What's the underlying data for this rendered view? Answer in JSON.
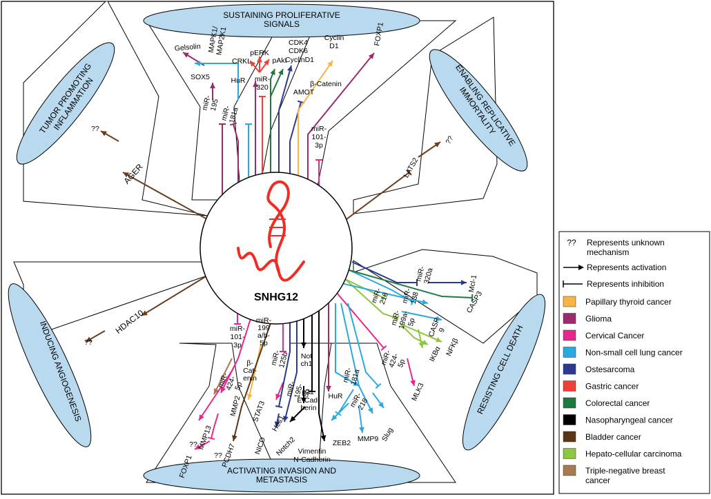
{
  "colors": {
    "papillary": "#f7b544",
    "glioma": "#9c2a6e",
    "cervical": "#e8278c",
    "nsclc": "#2aa8e0",
    "osteosarcoma": "#2b3a8f",
    "gastric": "#ee4035",
    "colorectal": "#1e7a3c",
    "nasopharyngeal": "#000000",
    "bladder": "#5a3616",
    "hcc": "#8dc63f",
    "tnbc": "#a87b4f",
    "neutral": "#6b3d1c",
    "ellipse": "#b9d9ef"
  },
  "center": {
    "label": "SNHG12"
  },
  "hallmarks": {
    "top": [
      "SUSTAINING PROLIFERATIVE",
      "SIGNALS"
    ],
    "bottom": [
      "ACTIVATING INVASION AND",
      "METASTASIS"
    ],
    "top_left": [
      "TUMOR PROMOTING",
      "INFLAMMATION"
    ],
    "top_right": [
      "ENABLING REPLICATIVE",
      "IMMORTALITY"
    ],
    "left": [
      "INDUCING ANGIOGENESIS"
    ],
    "right": [
      "RESISTING CELL DEATH"
    ]
  },
  "labels": {
    "gelsolin": "Gelsolin",
    "mapk1": "MAPK1/",
    "map2k1": "MAP2K1",
    "sox5": "SOX5",
    "mir195": [
      "miR-",
      "195"
    ],
    "mir181a": [
      "miR-",
      "181a"
    ],
    "hur": "HuR",
    "crkl": "CRKL",
    "perk": "pERK",
    "pakt": "pAkt",
    "mir320": [
      "miR-",
      "320"
    ],
    "cdk4": "CDK4",
    "cdk6": "CDK6",
    "cyclind1": "CyclinD1",
    "amot": "AMOT",
    "bcatenin": "β-Catenin",
    "cyclind1b": [
      "Cyclin",
      "D1"
    ],
    "foxp1": "FOXP1",
    "mir101": [
      "miR-",
      "101-",
      "3p"
    ],
    "ager": "AGER",
    "qq": "??",
    "lats2": "LATS2",
    "hdac10": "HDAC10",
    "mcl1": "Mcl-1",
    "mir320a": [
      "miR-",
      "320a"
    ],
    "casp3": "CASP3",
    "mir138": [
      "miR-",
      "138"
    ],
    "mir218": [
      "miR-",
      "218"
    ],
    "mir199a": [
      "miR-",
      "199a-",
      "5p"
    ],
    "casp9": [
      "CASP",
      "9"
    ],
    "nfkb": "NFKβ",
    "ikba": "IKBα",
    "mir424": [
      "miR-",
      "424-",
      "5p"
    ],
    "mlk3": "MLK3",
    "b_mir101": [
      "miR-",
      "101-",
      "3p"
    ],
    "b_mir424": [
      "miR-",
      "424-",
      "5p"
    ],
    "b_mmp13": "MMP13",
    "b_qq1": "??",
    "b_foxp1": "FOXP1",
    "b_mir199": [
      "miR-",
      "199",
      "a/b-",
      "5p"
    ],
    "b_bcat": [
      "β-",
      "Cat-",
      "enin"
    ],
    "b_mmp2": "MMP2",
    "b_qq2": "??",
    "b_pcdh7": "PCDH7",
    "b_mir125b": [
      "miR-",
      "125b"
    ],
    "b_stat3": "STAT3",
    "b_mir195": [
      "miR-",
      "195-",
      "5p"
    ],
    "b_nicd": "NICD",
    "b_hes1": "Hes1",
    "b_notch2": "Notch2",
    "b_notch1": [
      "Not",
      "ch1"
    ],
    "b_p21": "p21",
    "b_ecad": [
      "E-Cad-",
      "herin"
    ],
    "b_vimentin": "Vimentin",
    "b_ncad": "N-Cadherin",
    "b_hur": "HuR",
    "b_mir181a": [
      "miR-",
      "181a"
    ],
    "b_mir218": [
      "miR-",
      "218"
    ],
    "b_zeb2": "ZEB2",
    "b_slug": "Slug",
    "b_mmp9": "MMP9"
  },
  "legend": {
    "symbols": [
      {
        "glyph": "??",
        "text": [
          "Represents unknown",
          "mechanism"
        ]
      },
      {
        "glyph": "arrow",
        "text": [
          "Represents activation"
        ]
      },
      {
        "glyph": "bar",
        "text": [
          "Represents inhibition"
        ]
      }
    ],
    "cancers": [
      {
        "key": "papillary",
        "color": "#f7b544",
        "text": [
          "Papillary thyroid cancer"
        ]
      },
      {
        "key": "glioma",
        "color": "#9c2a6e",
        "text": [
          "Glioma"
        ]
      },
      {
        "key": "cervical",
        "color": "#e8278c",
        "text": [
          "Cervical Cancer"
        ]
      },
      {
        "key": "nsclc",
        "color": "#2aa8e0",
        "text": [
          "Non-small cell lung cancer"
        ]
      },
      {
        "key": "osteosarcoma",
        "color": "#2b3a8f",
        "text": [
          "Ostesarcoma"
        ]
      },
      {
        "key": "gastric",
        "color": "#ee4035",
        "text": [
          "Gastric cancer"
        ]
      },
      {
        "key": "colorectal",
        "color": "#1e7a3c",
        "text": [
          "Colorectal cancer"
        ]
      },
      {
        "key": "nasopharyngeal",
        "color": "#000000",
        "text": [
          "Nasopharyngeal cancer"
        ]
      },
      {
        "key": "bladder",
        "color": "#5a3616",
        "text": [
          "Bladder cancer"
        ]
      },
      {
        "key": "hcc",
        "color": "#8dc63f",
        "text": [
          "Hepato-cellular carcinoma"
        ]
      },
      {
        "key": "tnbc",
        "color": "#a87b4f",
        "text": [
          "Triple-negative breast",
          "cancer"
        ]
      }
    ]
  }
}
